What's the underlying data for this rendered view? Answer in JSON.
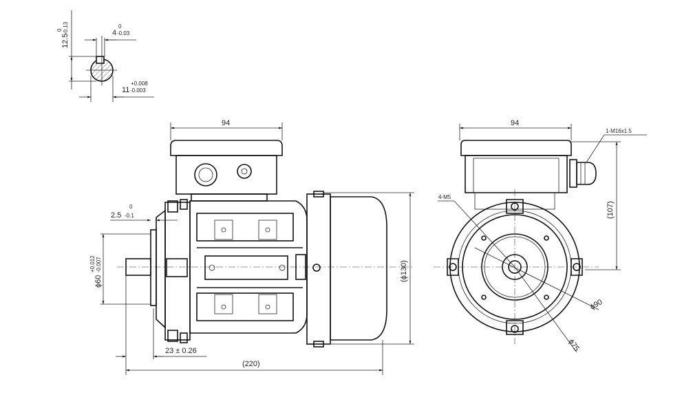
{
  "drawing": {
    "keyway": {
      "height_dim": "12.5",
      "height_tol_upper": "0",
      "height_tol_lower": "-0.13",
      "key_width_dim": "4",
      "key_width_tol_upper": "0",
      "key_width_tol_lower": "-0.03",
      "shaft_dia_dim": "11",
      "shaft_dia_tol_upper": "+0.008",
      "shaft_dia_tol_lower": "-0.003"
    },
    "side_view": {
      "box_width": "94",
      "flange_thickness": "2.5",
      "flange_thickness_tol_upper": "0",
      "flange_thickness_tol_lower": "-0.1",
      "spigot_dia": "ϕ60",
      "spigot_tol_upper": "+0.012",
      "spigot_tol_lower": "-0.007",
      "shaft_length": "23 ± 0.26",
      "overall_length": "(220)",
      "body_dia": "(ϕ130)"
    },
    "front_view": {
      "box_width": "94",
      "gland": "1-M16x1.5",
      "holes": "4-M5",
      "height": "(107)",
      "pcd": "ϕ90",
      "spigot": "ϕ75"
    }
  }
}
